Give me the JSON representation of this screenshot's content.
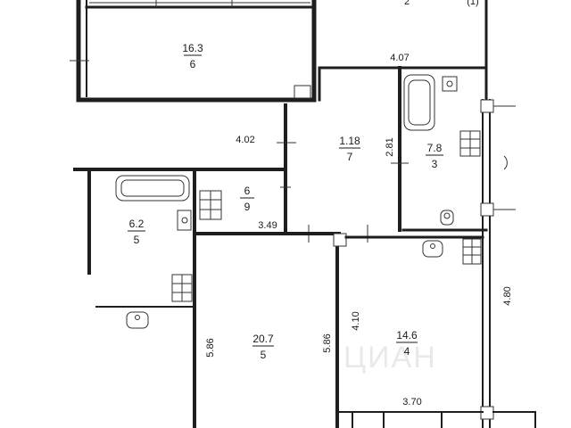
{
  "rooms": [
    {
      "area": "16.3",
      "ref": "6"
    },
    {
      "area": "1.18",
      "ref": "7"
    },
    {
      "area": "7.8",
      "ref": "3"
    },
    {
      "area": "6",
      "ref": "9"
    },
    {
      "area": "6.2",
      "ref": "5"
    },
    {
      "area": "20.7",
      "ref": "5"
    },
    {
      "area": "14.6",
      "ref": "4"
    }
  ],
  "dimensions": {
    "d_407": "4.07",
    "d_402": "4.02",
    "d_281": "2.81",
    "d_349": "3.49",
    "d_480": "4.80",
    "d_586_left": "5.86",
    "d_586_mid": "5.86",
    "d_410": "4.10",
    "d_370": "3.70"
  },
  "top_partial": {
    "ref": "2",
    "mark": "(1)"
  },
  "watermark": "ЦИАН",
  "colors": {
    "wall": "#1e1e1e",
    "fixture": "#333333",
    "watermark": "#e6e6e6"
  }
}
